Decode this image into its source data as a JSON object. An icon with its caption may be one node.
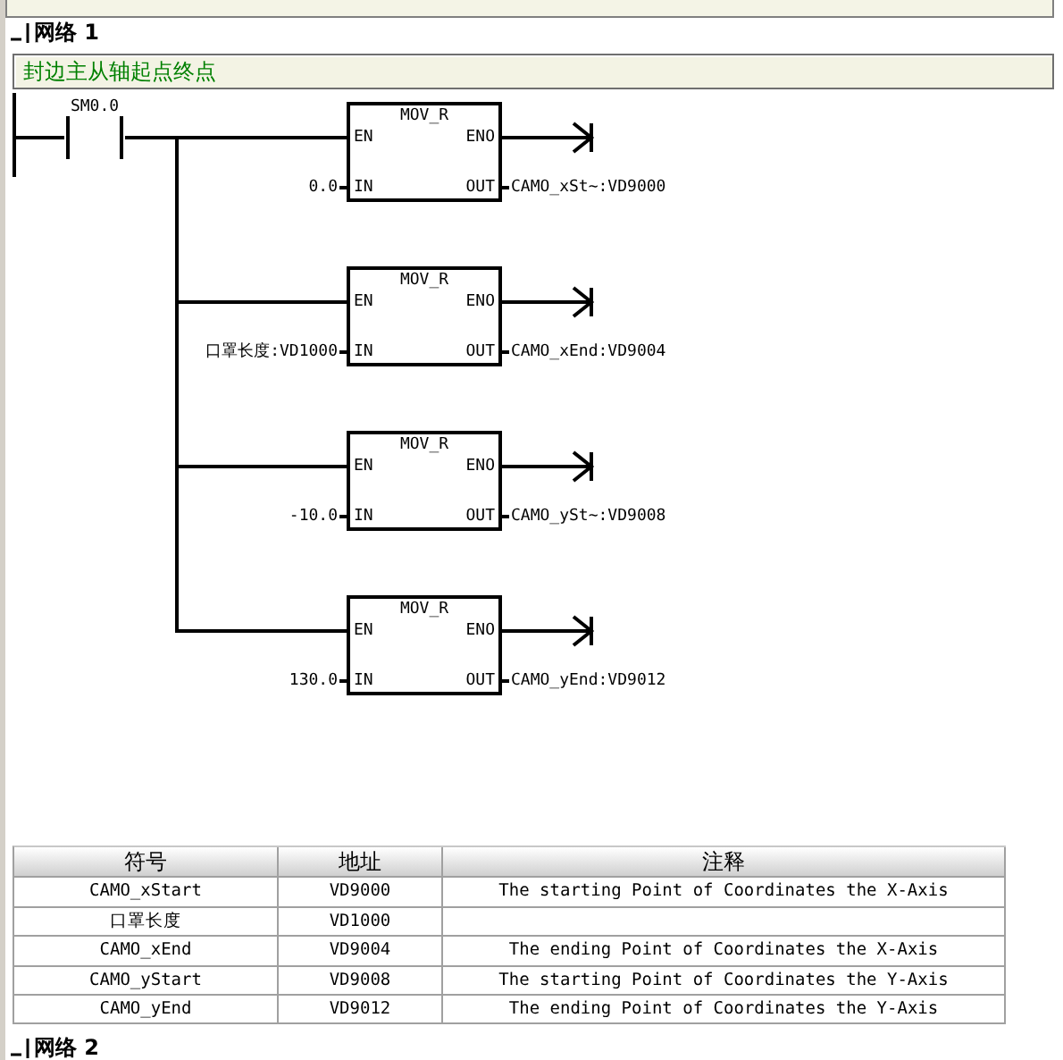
{
  "diagram": {
    "nodes": [
      {
        "text": [
          "封边主从轴起点终点"
        ]
      },
      {
        "text": [],
        "shape": "bar"
      },
      {
        "text": [
          "SM0.0"
        ]
      },
      {
        "text": [
          "MOV_R",
          "EN",
          "ENO",
          "IN",
          "OUT"
        ],
        "beside": [
          "0.0",
          "CAMO_xSt~:VD9000"
        ]
      },
      {
        "text": [
          "MOV_R",
          "EN",
          "ENO",
          "IN",
          "OUT"
        ],
        "beside": [
          "口罩长度:VD1000",
          "CAMO_xEnd:VD9004"
        ]
      },
      {
        "text": [
          "MOV_R",
          "EN",
          "ENO",
          "IN",
          "OUT"
        ],
        "beside": [
          "-10.0",
          "CAMO_ySt~:VD9008"
        ]
      },
      {
        "text": [
          "MOV_R",
          "EN",
          "ENO",
          "IN",
          "OUT"
        ],
        "beside": [
          "130.0",
          "CAMO_yEnd:VD9012"
        ]
      }
    ],
    "edges": [
      {
        "from": 1,
        "to": 2,
        "arrow": "none"
      },
      {
        "from": 2,
        "to": 3,
        "arrow": "none"
      },
      {
        "from": 2,
        "to": 4,
        "arrow": "none"
      },
      {
        "from": 2,
        "to": 5,
        "arrow": "none"
      },
      {
        "from": 2,
        "to": 6,
        "arrow": "none"
      },
      {
        "from": 3,
        "to": null,
        "arrow": "to"
      },
      {
        "from": 4,
        "to": null,
        "arrow": "to"
      },
      {
        "from": 5,
        "to": null,
        "arrow": "to"
      },
      {
        "from": 6,
        "to": null,
        "arrow": "to"
      }
    ],
    "labels": [
      "网络 1",
      "符号",
      "地址",
      "注释",
      "CAMO_xStart",
      "VD9000",
      "The starting Point of Coordinates the X-Axis",
      "口罩长度",
      "VD1000",
      "CAMO_xEnd",
      "VD9004",
      "The ending Point of Coordinates the X-Axis",
      "CAMO_yStart",
      "VD9008",
      "The starting Point of Coordinates the Y-Axis",
      "CAMO_yEnd",
      "VD9012",
      "The ending Point of Coordinates the Y-Axis",
      "网络 2"
    ]
  }
}
